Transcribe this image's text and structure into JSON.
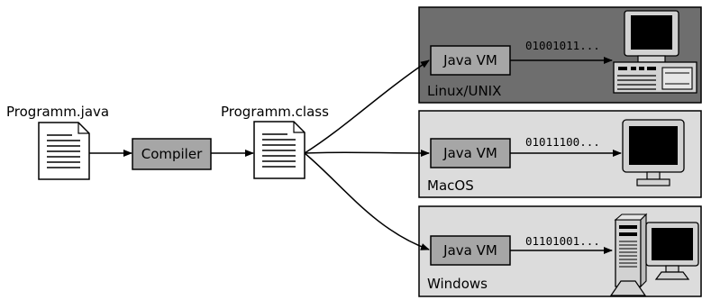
{
  "source_file": {
    "label": "Programm.java",
    "icon": "document-icon"
  },
  "compiler": {
    "label": "Compiler"
  },
  "class_file": {
    "label": "Programm.class",
    "icon": "document-icon"
  },
  "platforms": [
    {
      "name": "Linux/UNIX",
      "vm_label": "Java VM",
      "bits": "01001011...",
      "computer_icon": "workstation-icon",
      "panel_color": "#6e6e6e"
    },
    {
      "name": "MacOS",
      "vm_label": "Java VM",
      "bits": "01011100...",
      "computer_icon": "monitor-icon",
      "panel_color": "#dcdcdc"
    },
    {
      "name": "Windows",
      "vm_label": "Java VM",
      "bits": "01101001...",
      "computer_icon": "tower-pc-icon",
      "panel_color": "#dcdcdc"
    }
  ],
  "colors": {
    "box_fill": "#a6a6a6",
    "stroke": "#000000",
    "screen": "#000000",
    "computer_body": "#d2d2d2",
    "paper": "#ffffff"
  }
}
